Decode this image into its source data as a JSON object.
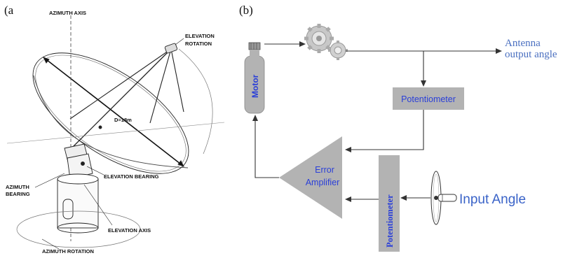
{
  "panel_a": {
    "letter": "(a",
    "labels": {
      "azimuth_axis": "AZIMUTH AXIS",
      "elevation_rotation_1": "ELEVATION",
      "elevation_rotation_2": "ROTATION",
      "diameter": "D=18m",
      "elevation_bearing": "ELEVATION BEARING",
      "azimuth_bearing_1": "AZIMUTH",
      "azimuth_bearing_2": "BEARING",
      "elevation_axis": "ELEVATION AXIS",
      "azimuth_rotation": "AZIMUTH ROTATION"
    }
  },
  "panel_b": {
    "letter": "(b)",
    "motor": "Motor",
    "potentiometer_top": "Potentiometer",
    "potentiometer_side": "Potentiometer",
    "error_amplifier_1": "Error",
    "error_amplifier_2": "Amplifier",
    "antenna_output_1": "Antenna",
    "antenna_output_2": "output angle",
    "input_angle": "Input Angle",
    "colors": {
      "box": "#b3b3b3",
      "label_blue": "#2a3fd8",
      "line": "#333333"
    }
  }
}
